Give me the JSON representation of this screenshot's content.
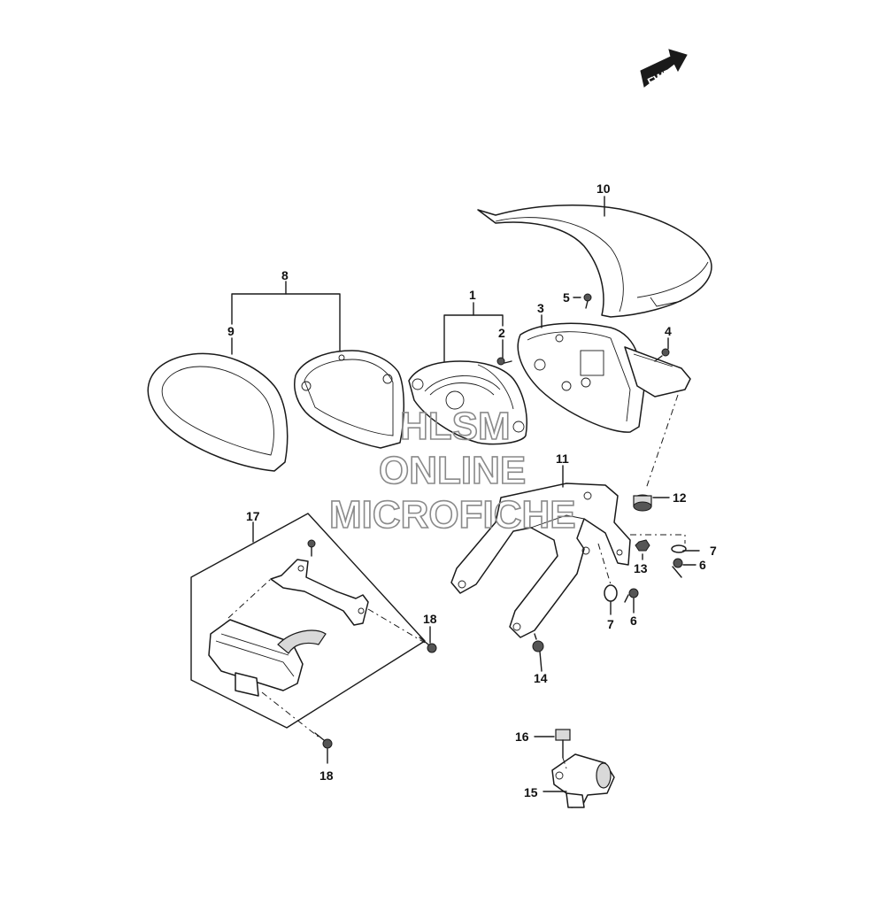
{
  "fwd_label": "FWD",
  "watermark": {
    "line1": "HLSM",
    "line2": "ONLINE",
    "line3": "MICROFICHE"
  },
  "labels": {
    "p1": "1",
    "p2": "2",
    "p3": "3",
    "p4": "4",
    "p5": "5",
    "p6a": "6",
    "p6b": "6",
    "p7a": "7",
    "p7b": "7",
    "p8": "8",
    "p9": "9",
    "p10": "10",
    "p11": "11",
    "p12": "12",
    "p13": "13",
    "p14": "14",
    "p15": "15",
    "p16": "16",
    "p17": "17",
    "p18a": "18",
    "p18b": "18"
  }
}
